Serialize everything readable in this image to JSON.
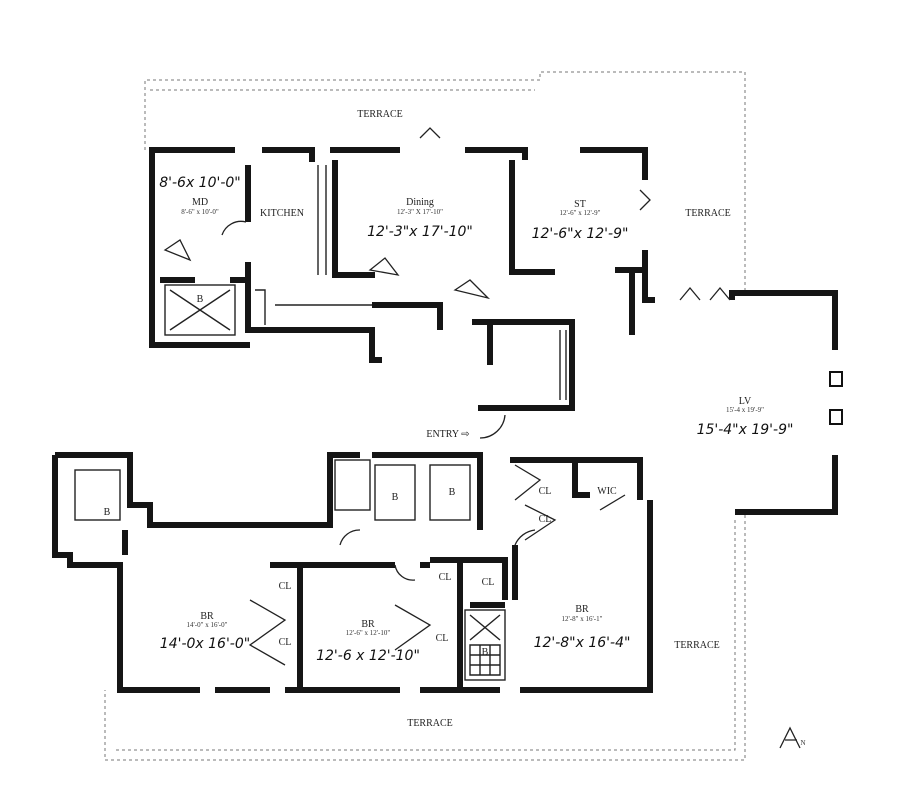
{
  "plan": {
    "terraces": {
      "top": "TERRACE",
      "right_upper": "TERRACE",
      "right_lower": "TERRACE",
      "bottom": "TERRACE"
    },
    "entry": "ENTRY ⇨",
    "north_mark": "N",
    "rooms": {
      "md": {
        "name": "MD",
        "printed": "8'-6\" x 10'-0\"",
        "handwritten": "8'-6x 10'-0\""
      },
      "kitchen": {
        "name": "KITCHEN"
      },
      "dining": {
        "name": "Dining",
        "printed": "12'-3\" X 17'-10\"",
        "handwritten": "12'-3\"x 17'-10\""
      },
      "st": {
        "name": "ST",
        "printed": "12'-6\" x 12'-9\"",
        "handwritten": "12'-6\"x 12'-9\""
      },
      "lv": {
        "name": "LV",
        "printed": "15'-4 x 19'-9\"",
        "handwritten": "15'-4\"x 19'-9\""
      },
      "br1": {
        "name": "BR",
        "printed": "14'-0\" x 16'-0\"",
        "handwritten": "14'-0x 16'-0\""
      },
      "br2": {
        "name": "BR",
        "printed": "12'-6\" x 12'-10\"",
        "handwritten": "12'-6 x 12'-10\""
      },
      "br3": {
        "name": "BR",
        "printed": "12'-8\" x 16'-1\"",
        "handwritten": "12'-8\"x 16'-4\""
      },
      "bath_md": "B",
      "bath_left": "B",
      "bath_hall1": "B",
      "bath_hall2": "B",
      "bath_br": "B",
      "cl_hall1": "CL",
      "cl_hall2": "CL",
      "wic": "WIC",
      "cl_br1_top": "CL",
      "cl_br1": "CL",
      "cl_br2_top1": "CL",
      "cl_br2_top2": "CL",
      "cl_br2": "CL"
    }
  }
}
